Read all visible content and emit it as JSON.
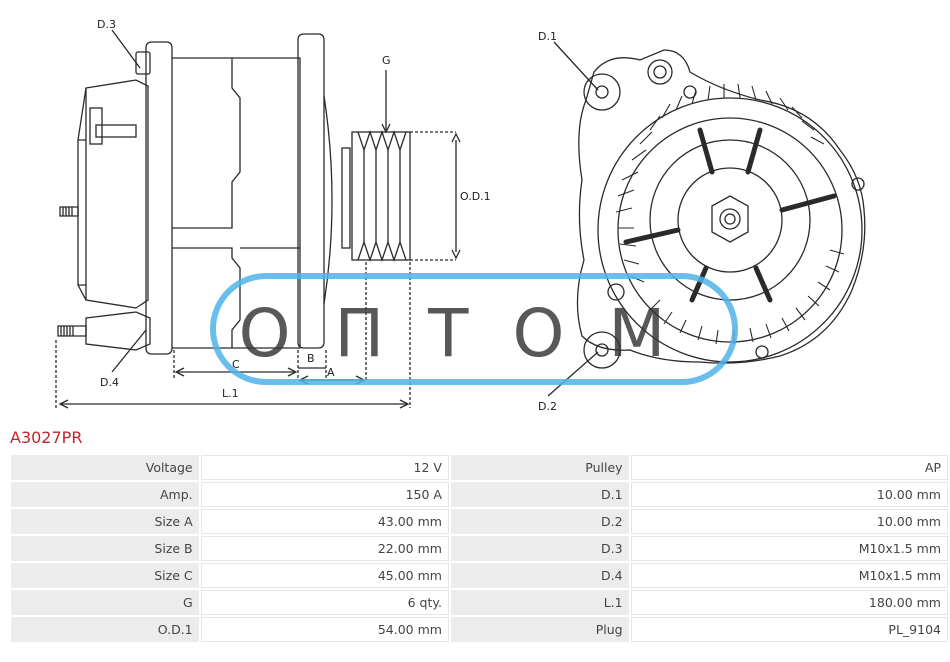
{
  "drawing": {
    "labels": {
      "d3": "D.3",
      "d1": "D.1",
      "d2": "D.2",
      "d4": "D.4",
      "g": "G",
      "od1": "O.D.1",
      "c": "C",
      "b": "B",
      "a": "A",
      "l1": "L.1"
    },
    "watermark": "ОПТОМ",
    "watermark_color": "#4fb3e8"
  },
  "part": {
    "title": "A3027PR",
    "title_color": "#c0262d"
  },
  "specs": [
    {
      "label_left": "Voltage",
      "value_left": "12 V",
      "label_right": "Pulley",
      "value_right": "AP"
    },
    {
      "label_left": "Amp.",
      "value_left": "150 A",
      "label_right": "D.1",
      "value_right": "10.00 mm"
    },
    {
      "label_left": "Size A",
      "value_left": "43.00 mm",
      "label_right": "D.2",
      "value_right": "10.00 mm"
    },
    {
      "label_left": "Size B",
      "value_left": "22.00 mm",
      "label_right": "D.3",
      "value_right": "M10x1.5 mm"
    },
    {
      "label_left": "Size C",
      "value_left": "45.00 mm",
      "label_right": "D.4",
      "value_right": "M10x1.5 mm"
    },
    {
      "label_left": "G",
      "value_left": "6 qty.",
      "label_right": "L.1",
      "value_right": "180.00 mm"
    },
    {
      "label_left": "O.D.1",
      "value_left": "54.00 mm",
      "label_right": "Plug",
      "value_right": "PL_9104"
    }
  ]
}
